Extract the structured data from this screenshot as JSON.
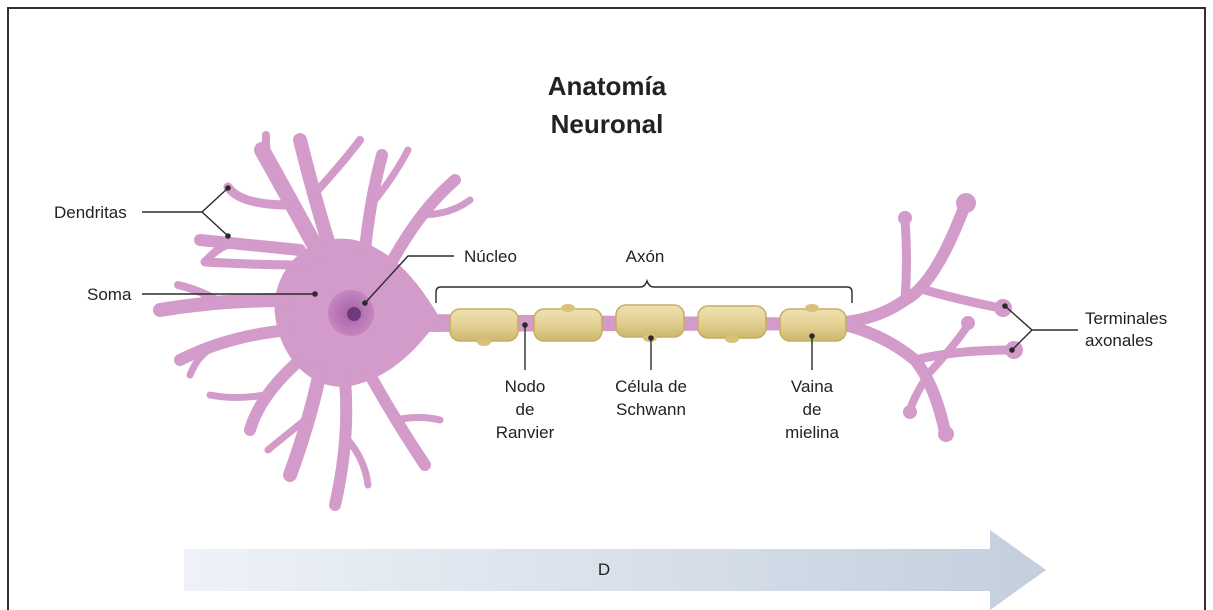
{
  "title": {
    "line1": "Anatomía",
    "line2": "Neuronal"
  },
  "labels": {
    "dendritas": "Dendritas",
    "soma": "Soma",
    "nucleo": "Núcleo",
    "axon": "Axón",
    "nodo_line1": "Nodo",
    "nodo_line2": "de",
    "nodo_line3": "Ranvier",
    "celula_line1": "Célula de",
    "celula_line2": "Schwann",
    "vaina_line1": "Vaina",
    "vaina_line2": "de",
    "vaina_line3": "mielina",
    "terminales_line1": "Terminales",
    "terminales_line2": "axonales"
  },
  "arrow": {
    "label": "D"
  },
  "colors": {
    "neuron": "#d39bc9",
    "neuron_dark": "#c487bb",
    "nucleus_halo": "#b878b3",
    "nucleus": "#7a3f86",
    "myelin": "#e4d39a",
    "myelin_edge": "#c9b266",
    "arrow_light": "#eef2f8",
    "arrow_dark": "#c3cfdd"
  }
}
